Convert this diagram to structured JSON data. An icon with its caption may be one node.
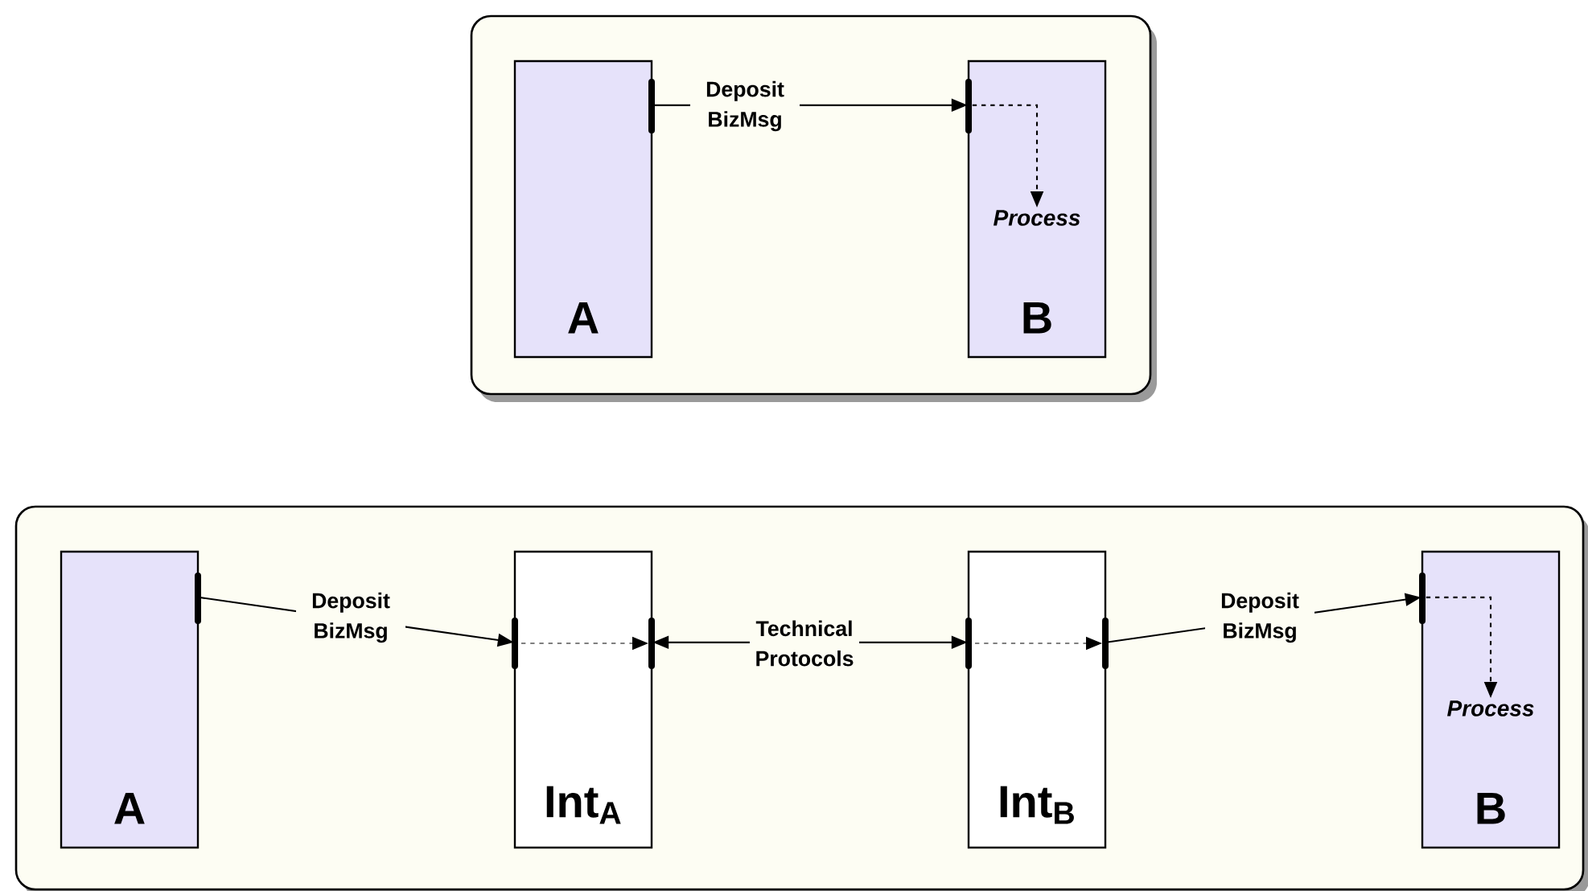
{
  "diagram": {
    "nodes": [
      {
        "text": [],
        "shape": "box"
      },
      {
        "text": [
          "A"
        ],
        "in": 0
      },
      {
        "text": [
          "B"
        ],
        "in": 0
      },
      {
        "text": [
          "Process"
        ],
        "in": 2
      },
      {
        "text": [],
        "shape": "box"
      },
      {
        "text": [
          "A"
        ],
        "in": 4
      },
      {
        "text": [
          "Int$_{A}$"
        ],
        "in": 4
      },
      {
        "text": [
          "Int$_{B}$"
        ],
        "in": 4
      },
      {
        "text": [
          "B"
        ],
        "in": 4
      },
      {
        "text": [
          "Process"
        ],
        "in": 8
      }
    ],
    "edges": [
      {
        "from": 1,
        "to": 2,
        "arrow": "to",
        "label": "Deposit BizMsg"
      },
      {
        "from": 2,
        "to": 3,
        "arrow": "to",
        "style": "dashed"
      },
      {
        "from": 5,
        "to": 6,
        "arrow": "to",
        "label": "Deposit BizMsg"
      },
      {
        "from": 6,
        "to": 7,
        "arrow": "both",
        "label": "Technical Protocols"
      },
      {
        "from": 7,
        "to": 8,
        "arrow": "to",
        "label": "Deposit BizMsg"
      },
      {
        "from": 8,
        "to": 9,
        "arrow": "to",
        "style": "dashed"
      }
    ]
  }
}
